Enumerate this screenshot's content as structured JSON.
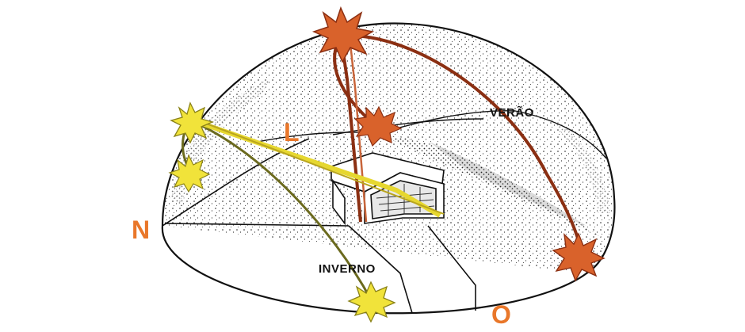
{
  "labels": {
    "north": "N",
    "east": "L",
    "west": "O",
    "summer": "VERÃO",
    "winter": "INVERNO"
  },
  "colors": {
    "direction_text": "#e9772a",
    "summer_path": "#8b2f12",
    "summer_sun": "#d9622b",
    "winter_path": "#6b6a1e",
    "winter_sun": "#f1e33a",
    "outline": "#111111"
  }
}
